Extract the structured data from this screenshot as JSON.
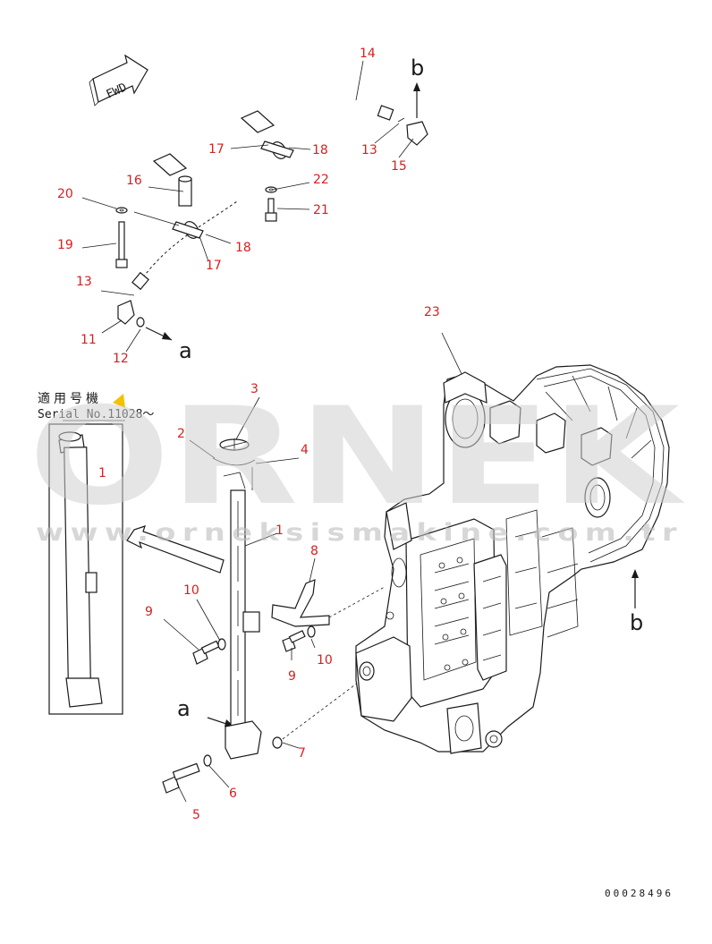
{
  "direction_label": "FWD",
  "serial_note": {
    "jp_text": "適用号機",
    "serial_text": "Serial No.11028～"
  },
  "callouts": {
    "c1a": "1",
    "c1b": "1",
    "c2": "2",
    "c3": "3",
    "c4": "4",
    "c5": "5",
    "c6": "6",
    "c7": "7",
    "c8": "8",
    "c9a": "9",
    "c9b": "9",
    "c10a": "10",
    "c10b": "10",
    "c11": "11",
    "c12": "12",
    "c13a": "13",
    "c13b": "13",
    "c14": "14",
    "c15": "15",
    "c16": "16",
    "c17a": "17",
    "c17b": "17",
    "c18a": "18",
    "c18b": "18",
    "c19": "19",
    "c20": "20",
    "c21": "21",
    "c22": "22",
    "c23": "23"
  },
  "connection_letters": {
    "a_top": "a",
    "a_bottom": "a",
    "b_top": "b",
    "b_right": "b"
  },
  "watermark": {
    "brand": "ORNEK",
    "url": "www.orneksismakine.com.tr"
  },
  "drawing_number": "00028496",
  "colors": {
    "callout": "#d62020",
    "line": "#1a1a1a",
    "watermark": "#cfcfcf",
    "accent_mark": "#f2c200"
  }
}
